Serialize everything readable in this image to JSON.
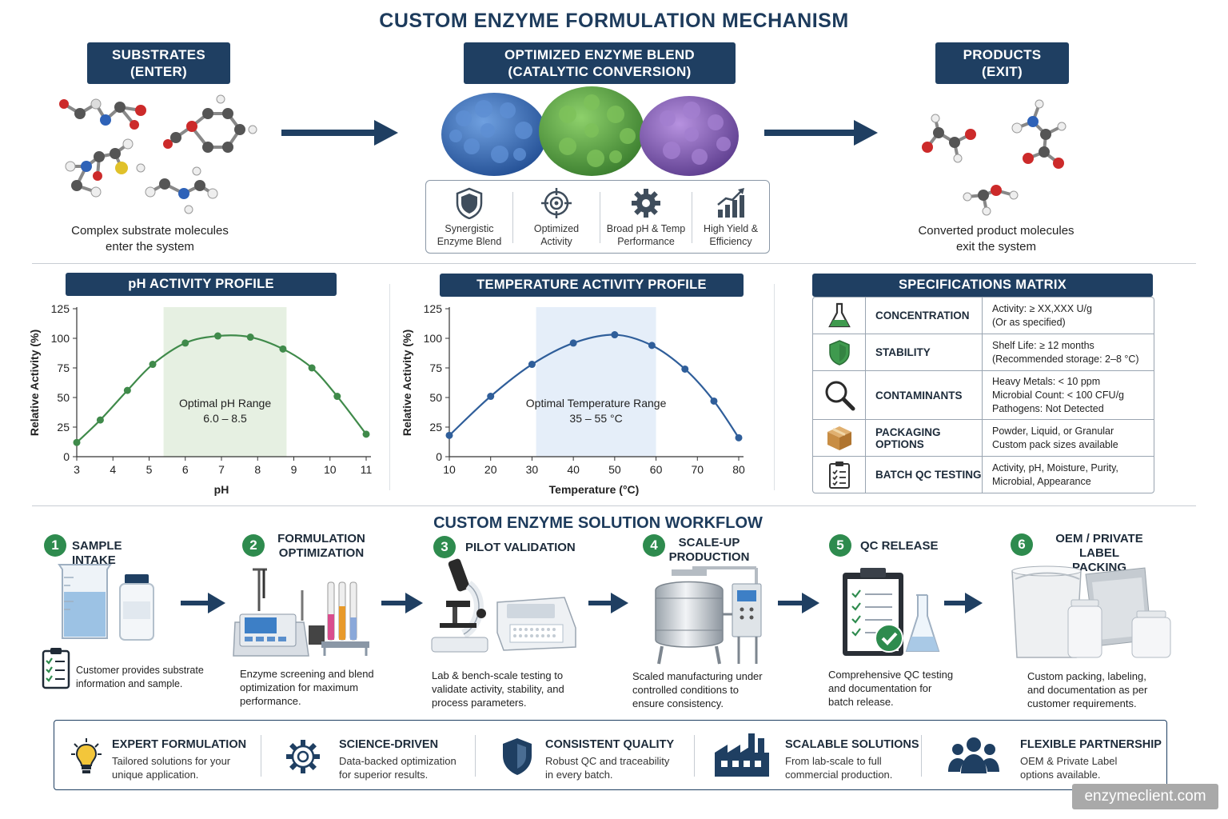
{
  "title": "CUSTOM ENZYME FORMULATION MECHANISM",
  "mechanism": {
    "substrates": {
      "header_line1": "SUBSTRATES",
      "header_line2": "(ENTER)",
      "caption_line1": "Complex substrate molecules",
      "caption_line2": "enter the system"
    },
    "enzyme": {
      "header_line1": "OPTIMIZED ENZYME BLEND",
      "header_line2": "(CATALYTIC CONVERSION)"
    },
    "products": {
      "header_line1": "PRODUCTS",
      "header_line2": "(EXIT)",
      "caption_line1": "Converted product molecules",
      "caption_line2": "exit the system"
    },
    "features": [
      {
        "line1": "Synergistic",
        "line2": "Enzyme Blend",
        "icon": "shield-icon"
      },
      {
        "line1": "Optimized",
        "line2": "Activity",
        "icon": "target-icon"
      },
      {
        "line1": "Broad pH & Temp",
        "line2": "Performance",
        "icon": "gear-icon"
      },
      {
        "line1": "High Yield &",
        "line2": "Efficiency",
        "icon": "growth-chart-icon"
      }
    ]
  },
  "ph_profile": {
    "header": "pH ACTIVITY PROFILE",
    "xlabel": "pH",
    "ylabel": "Relative Activity (%)",
    "band_label_line1": "Optimal pH Range",
    "band_label_line2": "6.0 – 8.5"
  },
  "temp_profile": {
    "header": "TEMPERATURE ACTIVITY PROFILE",
    "xlabel": "Temperature (°C)",
    "ylabel": "Relative Activity (%)",
    "band_label_line1": "Optimal Temperature Range",
    "band_label_line2": "35 – 55 °C"
  },
  "chart_data": [
    {
      "type": "line",
      "xlabel": "pH",
      "ylabel": "Relative Activity (%)",
      "x_ticks": [
        3,
        4,
        5,
        6,
        7,
        8,
        9,
        10,
        11
      ],
      "y_ticks": [
        0,
        25,
        50,
        75,
        100,
        125
      ],
      "xlim": [
        3,
        11
      ],
      "ylim": [
        0,
        125
      ],
      "x": [
        3.0,
        3.65,
        4.4,
        5.1,
        6.0,
        6.9,
        7.8,
        8.7,
        9.5,
        10.2,
        11.0
      ],
      "y": [
        12,
        31,
        56,
        78,
        96,
        102,
        101,
        91,
        75,
        51,
        19
      ],
      "color": "#3f8a4a",
      "band": {
        "from": 5.4,
        "to": 8.8,
        "color": "#e6f0e2"
      },
      "grid": false
    },
    {
      "type": "line",
      "xlabel": "Temperature (°C)",
      "ylabel": "Relative Activity (%)",
      "x_ticks": [
        10,
        20,
        30,
        40,
        50,
        60,
        70,
        80
      ],
      "y_ticks": [
        0,
        25,
        50,
        75,
        100,
        125
      ],
      "xlim": [
        10,
        80
      ],
      "ylim": [
        0,
        125
      ],
      "x": [
        10,
        20,
        30,
        40,
        50,
        59,
        67,
        74,
        80
      ],
      "y": [
        18,
        51,
        78,
        96,
        103,
        94,
        74,
        47,
        16
      ],
      "color": "#2f5e9a",
      "band": {
        "from": 31,
        "to": 60,
        "color": "#e5eef9"
      },
      "grid": false
    }
  ],
  "specs": {
    "header": "SPECIFICATIONS MATRIX",
    "rows": [
      {
        "name": "CONCENTRATION",
        "icon": "flask-icon",
        "line1": "Activity: ≥ XX,XXX U/g",
        "line2": "(Or as specified)",
        "line3": ""
      },
      {
        "name": "STABILITY",
        "icon": "shield-icon",
        "line1": "Shelf Life: ≥ 12 months",
        "line2": "(Recommended storage: 2–8 °C)",
        "line3": ""
      },
      {
        "name": "CONTAMINANTS",
        "icon": "magnifier-icon",
        "line1": "Heavy Metals: < 10 ppm",
        "line2": "Microbial Count: < 100 CFU/g",
        "line3": "Pathogens: Not Detected"
      },
      {
        "name": "PACKAGING OPTIONS",
        "icon": "box-icon",
        "line1": "Powder, Liquid, or Granular",
        "line2": "Custom pack sizes available",
        "line3": ""
      },
      {
        "name": "BATCH QC TESTING",
        "icon": "clipboard-icon",
        "line1": "Activity, pH, Moisture, Purity,",
        "line2": "Microbial, Appearance",
        "line3": ""
      }
    ]
  },
  "workflow": {
    "title": "CUSTOM ENZYME SOLUTION WORKFLOW",
    "steps": [
      {
        "num": "1",
        "title_line1": "SAMPLE INTAKE",
        "title_line2": "",
        "desc_line1": "Customer provides substrate",
        "desc_line2": "information and sample.",
        "desc_line3": ""
      },
      {
        "num": "2",
        "title_line1": "FORMULATION",
        "title_line2": "OPTIMIZATION",
        "desc_line1": "Enzyme screening and blend",
        "desc_line2": "optimization for maximum",
        "desc_line3": "performance."
      },
      {
        "num": "3",
        "title_line1": "PILOT VALIDATION",
        "title_line2": "",
        "desc_line1": "Lab & bench-scale testing to",
        "desc_line2": "validate activity, stability, and",
        "desc_line3": "process parameters."
      },
      {
        "num": "4",
        "title_line1": "SCALE-UP",
        "title_line2": "PRODUCTION",
        "desc_line1": "Scaled manufacturing under",
        "desc_line2": "controlled conditions to",
        "desc_line3": "ensure consistency."
      },
      {
        "num": "5",
        "title_line1": "QC RELEASE",
        "title_line2": "",
        "desc_line1": "Comprehensive QC testing",
        "desc_line2": "and documentation for",
        "desc_line3": "batch release."
      },
      {
        "num": "6",
        "title_line1": "OEM / PRIVATE LABEL",
        "title_line2": "PACKING",
        "desc_line1": "Custom packing, labeling,",
        "desc_line2": "and documentation as per",
        "desc_line3": "customer requirements."
      }
    ]
  },
  "benefits": [
    {
      "title": "EXPERT FORMULATION",
      "line1": "Tailored solutions for your",
      "line2": "unique application.",
      "icon": "lightbulb-icon"
    },
    {
      "title": "SCIENCE-DRIVEN",
      "line1": "Data-backed optimization",
      "line2": "for superior results.",
      "icon": "gear-icon"
    },
    {
      "title": "CONSISTENT QUALITY",
      "line1": "Robust QC and traceability",
      "line2": "in every batch.",
      "icon": "shield-icon"
    },
    {
      "title": "SCALABLE SOLUTIONS",
      "line1": "From lab-scale to full",
      "line2": "commercial production.",
      "icon": "factory-icon"
    },
    {
      "title": "FLEXIBLE PARTNERSHIP",
      "line1": "OEM & Private Label",
      "line2": "options available.",
      "icon": "team-icon"
    }
  ],
  "watermark": "enzymeclient.com",
  "colors": {
    "navy": "#1f3f62",
    "green": "#2e8b4e",
    "blue_enzyme": "#3f74c0",
    "green_enzyme": "#5da94a",
    "purple_enzyme": "#8a63b8"
  }
}
